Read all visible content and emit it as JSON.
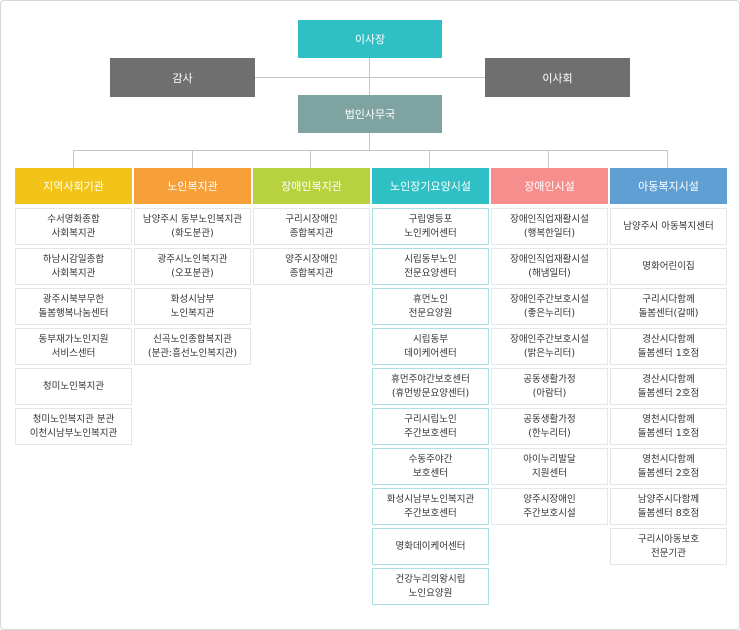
{
  "top": {
    "chairman": "이사장",
    "auditor": "감사",
    "board": "이사회",
    "office": "법인사무국"
  },
  "columns": [
    {
      "title": "지역사회기관",
      "color": "#f2c318",
      "items": [
        "수서명화종합\n사회복지관",
        "하남시감일종합\n사회복지관",
        "광주시북부무한\n돌봄행복나눔센터",
        "동부재가노인지원\n서비스센터",
        "청미노인복지관",
        "청미노인복지관 분관\n이천시남부노인복지관"
      ]
    },
    {
      "title": "노인복지관",
      "color": "#f7a03a",
      "items": [
        "남양주시 동부노인복지관\n(화도분관)",
        "광주시노인복지관\n(오포분관)",
        "화성시남부\n노인복지관",
        "신곡노인종합복지관\n(분관:흥선노인복지관)"
      ]
    },
    {
      "title": "장애인복지관",
      "color": "#b7d23e",
      "items": [
        "구리시장애인\n종합복지관",
        "양주시장애인\n종합복지관"
      ]
    },
    {
      "title": "노인장기요양시설",
      "color": "#2ec0c4",
      "items": [
        "구립영등포\n노인케어센터",
        "시립동부노인\n전문요양센터",
        "휴먼노인\n전문요양원",
        "시립동부\n데이케어센터",
        "휴먼주야간보호센터\n(휴먼방문요양센터)",
        "구리시립노인\n주간보호센터",
        "수동주야간\n보호센터",
        "화성시남부노인복지관\n주간보호센터",
        "명화데이케어센터",
        "건강누리의왕시립\n노인요양원"
      ]
    },
    {
      "title": "장애인시설",
      "color": "#f68e8e",
      "items": [
        "장애인직업재활시설\n(행복한일터)",
        "장애인직업재활시설\n(해냄일터)",
        "장애인주간보호시설\n(좋은누리터)",
        "장애인주간보호시설\n(밝은누리터)",
        "공동생활가정\n(아람터)",
        "공동생활가정\n(한누리터)",
        "아이누리발달\n지원센터",
        "양주시장애인\n주간보호시설"
      ]
    },
    {
      "title": "아동복지시설",
      "color": "#5f9fd3",
      "items": [
        "남양주시 아동복지센터",
        "명화어린이집",
        "구리시다함께\n돌봄센터(갈매)",
        "경산시다함께\n돌봄센터 1호점",
        "경산시다함께\n돌봄센터 2호점",
        "영천시다함께\n돌봄센터 1호점",
        "영천시다함께\n돌봄센터 2호점",
        "남양주시다함께\n돌봄센터 8호점",
        "구리시아동보호\n전문기관"
      ]
    }
  ]
}
